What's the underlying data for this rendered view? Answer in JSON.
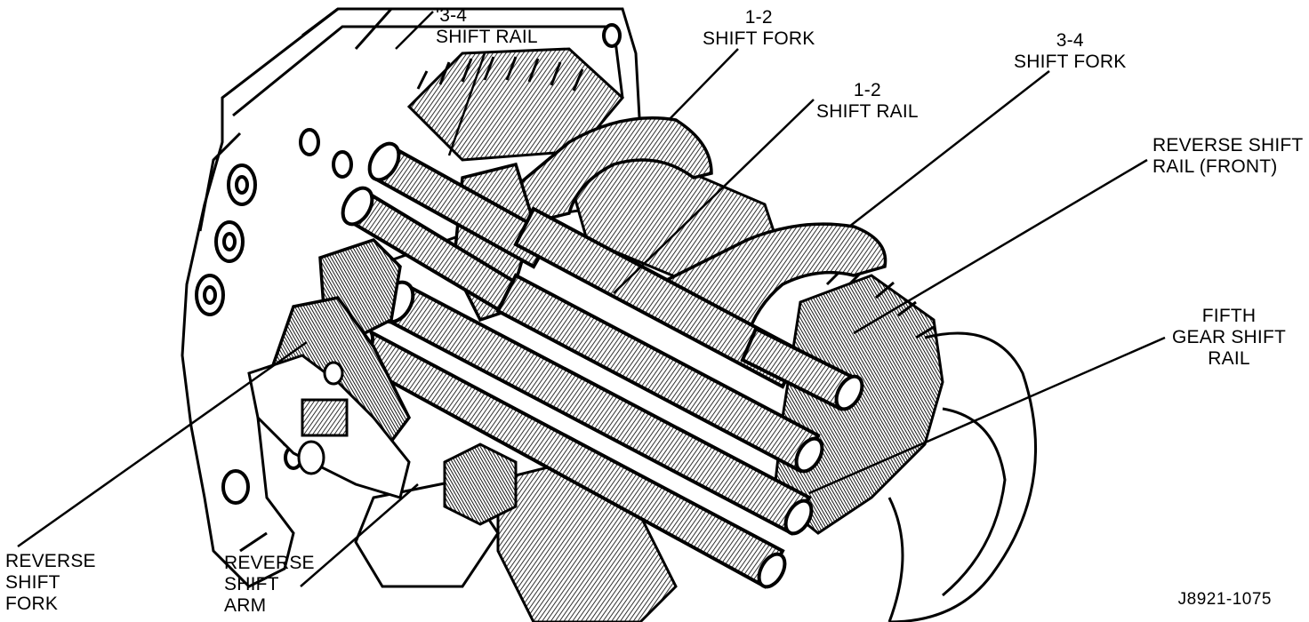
{
  "labels": {
    "shift_rail_34": [
      "'3-4",
      "SHIFT RAIL"
    ],
    "shift_fork_12": [
      "1-2",
      "SHIFT FORK"
    ],
    "shift_rail_12": [
      "1-2",
      "SHIFT RAIL"
    ],
    "shift_fork_34": [
      "3-4",
      "SHIFT FORK"
    ],
    "reverse_shift_rail_front": [
      "REVERSE SHIFT",
      "RAIL (FRONT)"
    ],
    "fifth_gear_shift_rail": [
      "FIFTH",
      "GEAR SHIFT",
      "RAIL"
    ],
    "reverse_shift_fork": [
      "REVERSE",
      "SHIFT",
      "FORK"
    ],
    "reverse_shift_arm": [
      "REVERSE",
      "SHIFT",
      "ARM"
    ]
  },
  "figure_id": "J8921-1075",
  "colors": {
    "ink": "#000000",
    "paper": "#ffffff",
    "shade": "#b8b8b8"
  }
}
